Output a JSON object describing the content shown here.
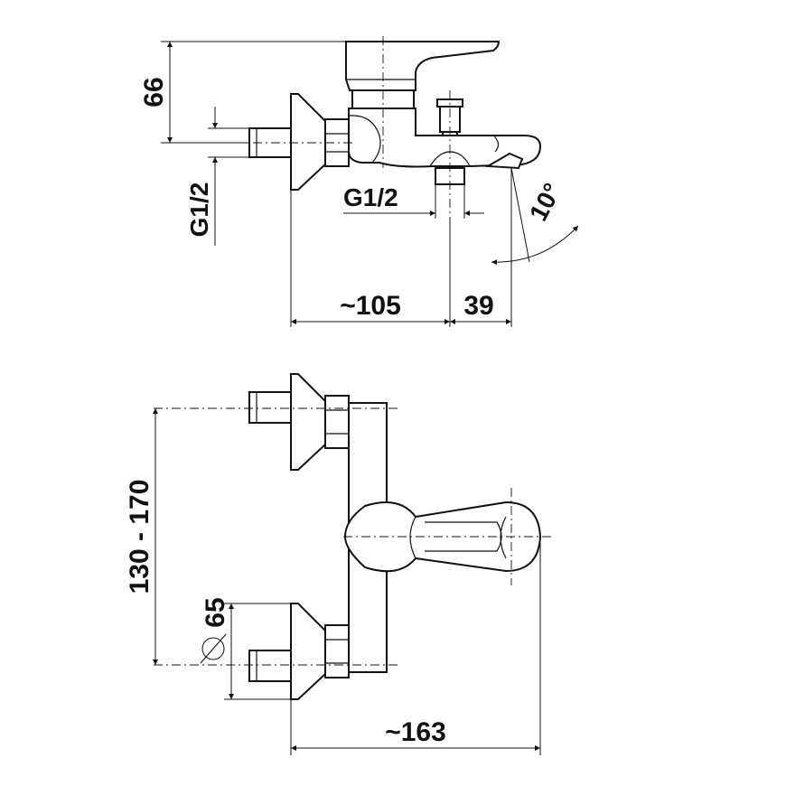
{
  "side_view": {
    "dim_height": "66",
    "dim_inlet_thread": "G1/2",
    "dim_outlet_thread": "G1/2",
    "dim_depth": "~105",
    "dim_spout_offset": "39",
    "dim_angle": "10°"
  },
  "front_view": {
    "dim_centers": "130 - 170",
    "dim_flange": "65",
    "dim_width": "~163"
  },
  "colors": {
    "line": "#111111",
    "background": "#ffffff"
  }
}
